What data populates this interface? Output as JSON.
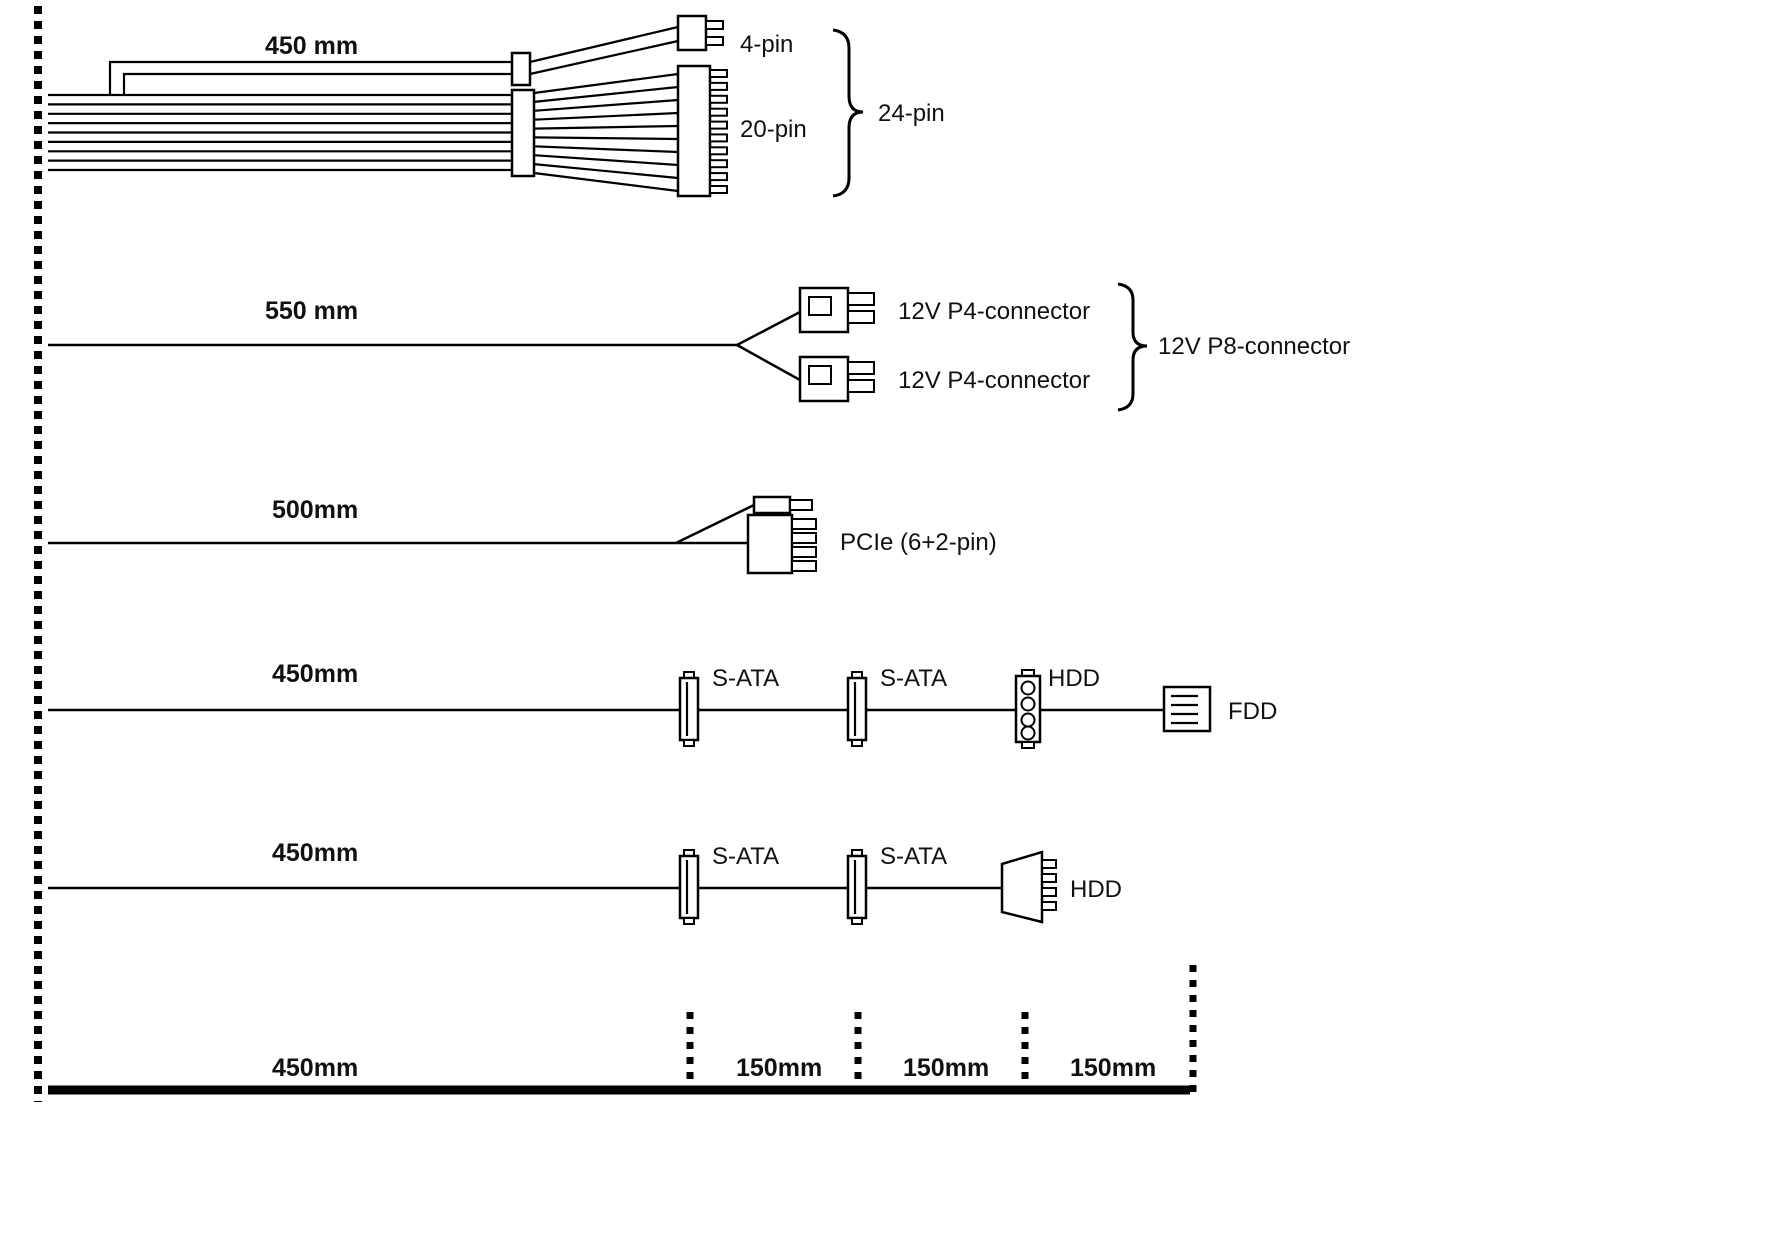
{
  "diagram": {
    "atx": {
      "length": "450 mm",
      "pin4": "4-pin",
      "pin20": "20-pin",
      "group": "24-pin"
    },
    "cpu": {
      "length": "550 mm",
      "p4a": "12V P4-connector",
      "p4b": "12V P4-connector",
      "group": "12V P8-connector"
    },
    "pcie": {
      "length": "500mm",
      "label": "PCIe (6+2-pin)"
    },
    "peripheral1": {
      "length": "450mm",
      "sata_a": "S-ATA",
      "sata_b": "S-ATA",
      "hdd": "HDD",
      "fdd": "FDD"
    },
    "peripheral2": {
      "length": "450mm",
      "sata_a": "S-ATA",
      "sata_b": "S-ATA",
      "hdd": "HDD"
    },
    "scale": {
      "seg_main": "450mm",
      "seg_a": "150mm",
      "seg_b": "150mm",
      "seg_c": "150mm"
    }
  }
}
